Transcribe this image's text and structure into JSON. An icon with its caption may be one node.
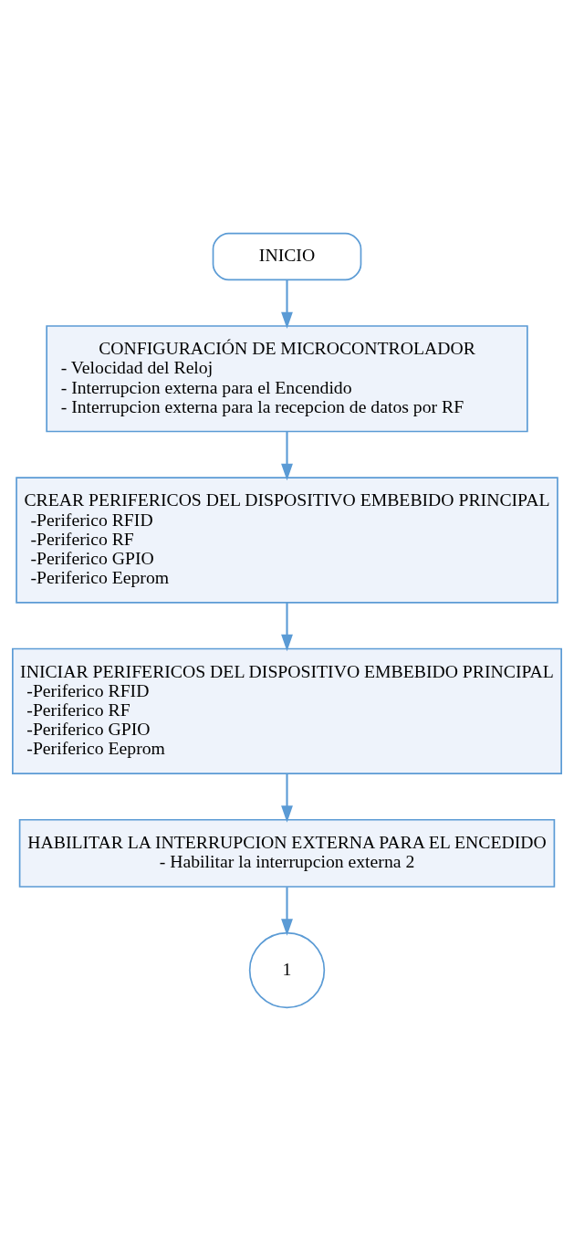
{
  "diagram": {
    "nodes": [
      {
        "text": [
          "INICIO"
        ]
      },
      {
        "text": [
          "CONFIGURACIÓN DE MICROCONTROLADOR",
          "- Velocidad del Reloj",
          "- Interrupcion externa para el Encendido",
          "- Interrupcion externa para la recepcion de datos por RF"
        ]
      },
      {
        "text": [
          "CREAR PERIFERICOS DEL DISPOSITIVO EMBEBIDO PRINCIPAL",
          "-Periferico RFID",
          "-Periferico RF",
          "-Periferico GPIO",
          "-Periferico Eeprom"
        ]
      },
      {
        "text": [
          "INICIAR PERIFERICOS DEL DISPOSITIVO EMBEBIDO PRINCIPAL",
          "-Periferico RFID",
          "-Periferico RF",
          "-Periferico GPIO",
          "-Periferico Eeprom"
        ]
      },
      {
        "text": [
          "HABILITAR LA INTERRUPCION EXTERNA PARA EL ENCEDIDO",
          "- Habilitar la interrupcion externa 2"
        ]
      },
      {
        "text": [
          "1"
        ]
      }
    ],
    "edges": [
      {
        "from": 0,
        "to": 1,
        "arrow": "to"
      },
      {
        "from": 1,
        "to": 2,
        "arrow": "to"
      },
      {
        "from": 2,
        "to": 3,
        "arrow": "to"
      },
      {
        "from": 3,
        "to": 4,
        "arrow": "to"
      },
      {
        "from": 4,
        "to": 5,
        "arrow": "to"
      }
    ]
  }
}
